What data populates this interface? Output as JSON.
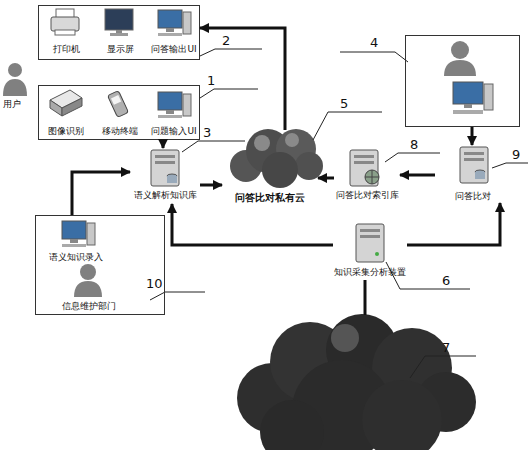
{
  "diagram": {
    "nodes": [
      {
        "text": [
          "打印机",
          "显示屏",
          "问答输出UI"
        ]
      },
      {
        "text": []
      },
      {
        "text": [
          "图像识别",
          "移动终端",
          "问题输入UI"
        ]
      },
      {
        "text": [
          "语义解析知识库"
        ]
      },
      {
        "text": [
          "问答比对私有云"
        ]
      },
      {
        "text": [
          "问答比对索引库"
        ]
      },
      {
        "text": [
          "问答比对"
        ]
      },
      {
        "text": [
          "语义知识录入",
          "信息维护部门"
        ]
      },
      {
        "text": [
          "知识采集分析装置"
        ]
      },
      {
        "text": []
      }
    ],
    "edges": [
      {
        "from": 2,
        "to": 3,
        "arrow": "to"
      },
      {
        "from": 4,
        "to": 0,
        "arrow": "to"
      },
      {
        "from": 3,
        "to": 4,
        "arrow": "to"
      },
      {
        "from": 5,
        "to": 4,
        "arrow": "to"
      },
      {
        "from": 6,
        "to": 5,
        "arrow": "to"
      },
      {
        "from": 1,
        "to": 6,
        "arrow": "to"
      },
      {
        "from": 7,
        "to": 3,
        "arrow": "to"
      },
      {
        "from": 8,
        "to": 3,
        "arrow": "to"
      },
      {
        "from": 8,
        "to": 6,
        "arrow": "to"
      },
      {
        "from": 9,
        "to": 8,
        "arrow": "none"
      }
    ],
    "labels": [
      "用户",
      "2",
      "4",
      "1",
      "5",
      "3",
      "8",
      "9",
      "10",
      "6",
      "7"
    ]
  }
}
